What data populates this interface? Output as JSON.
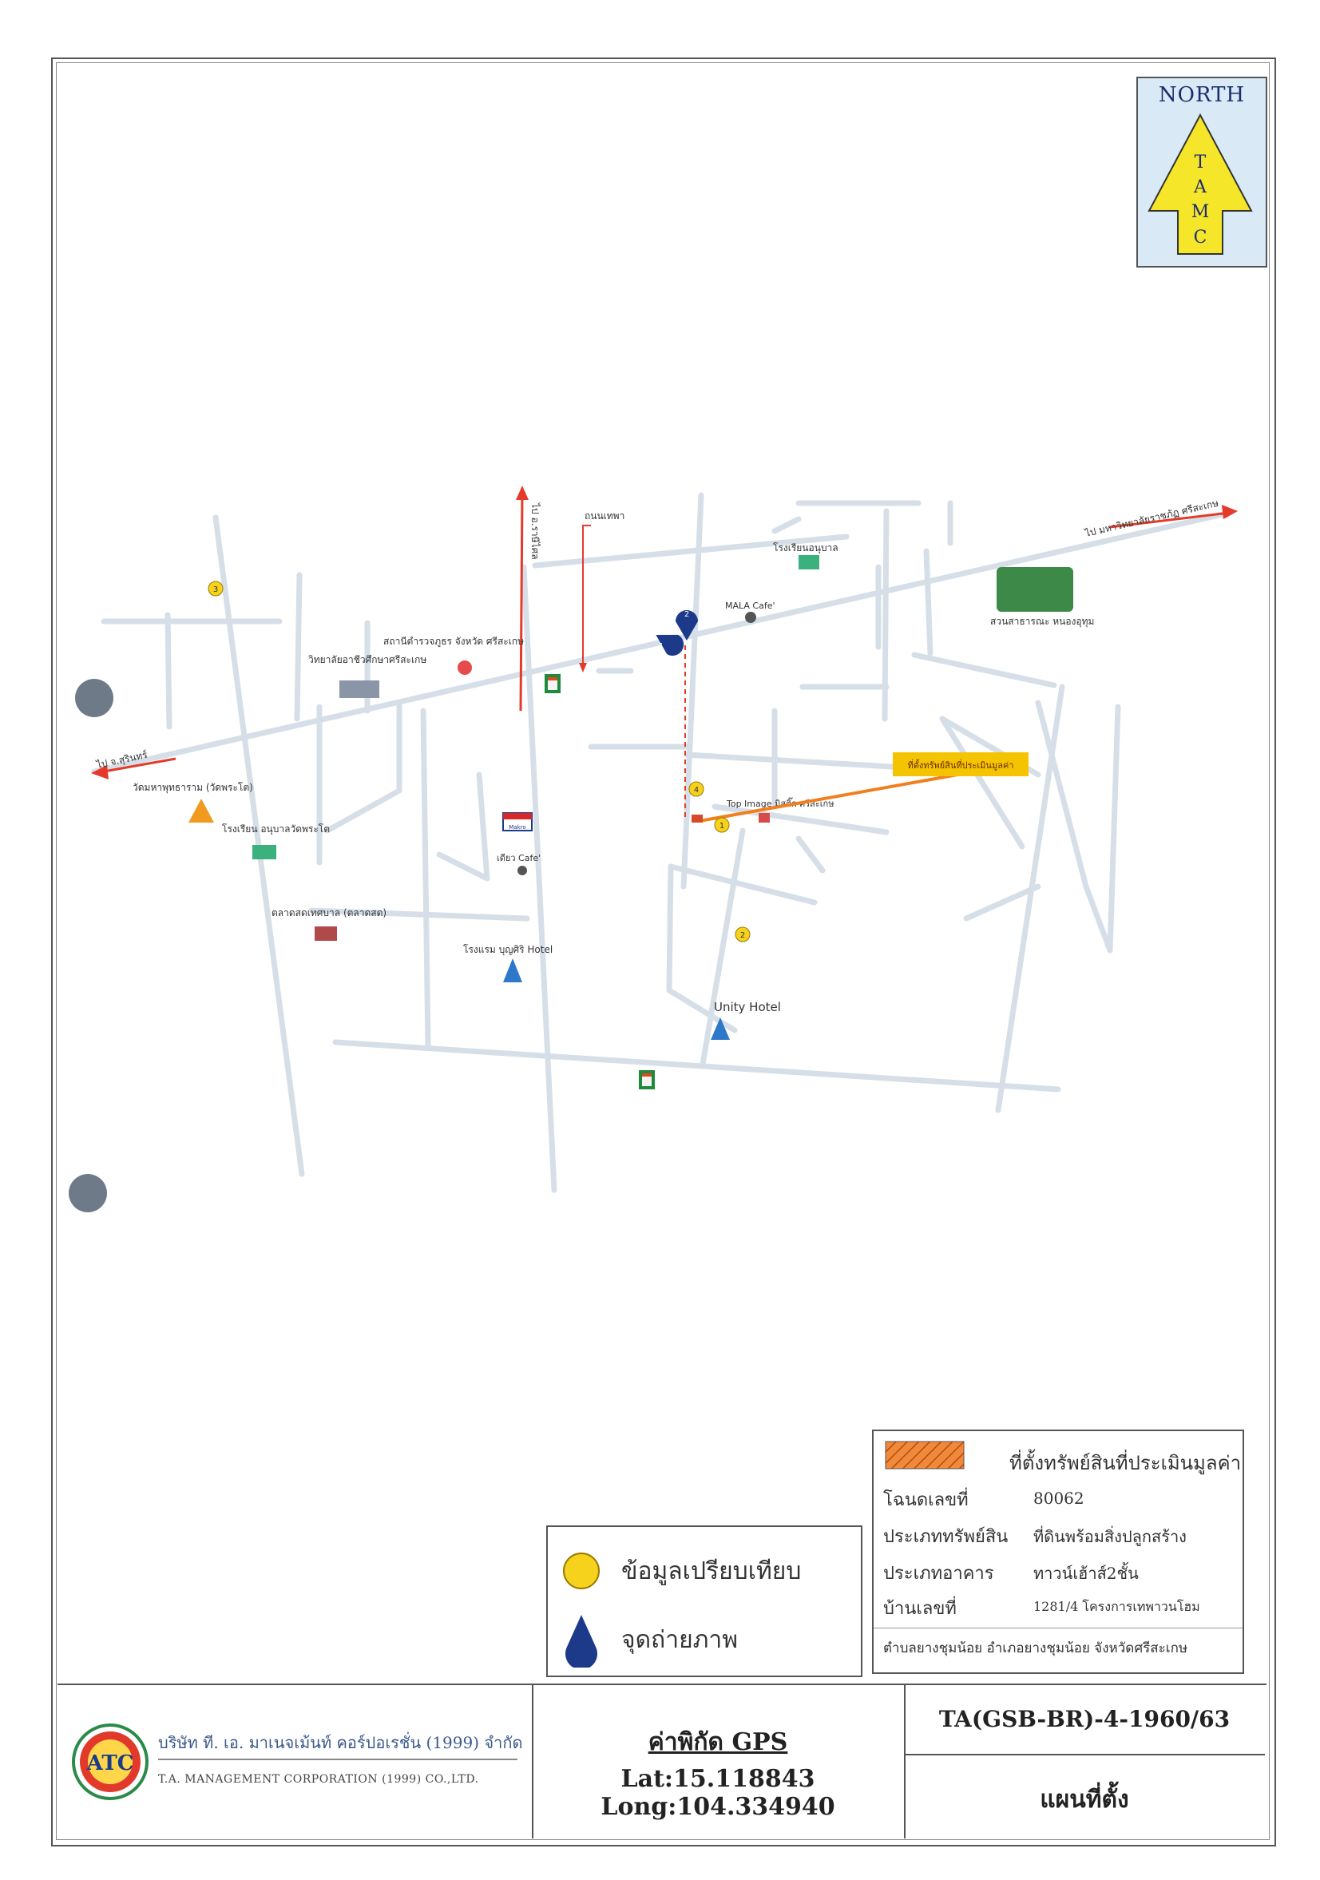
{
  "north_arrow": {
    "label": "NORTH",
    "letters": [
      "T",
      "A",
      "M",
      "C"
    ]
  },
  "map": {
    "road_labels": [
      "ไป มหาวิทยาลัยราชภัฏ ศรีสะเกษ",
      "ไป จ.สุรินทร์",
      "ไป อ.ราษีไศล",
      "ถนนเทพา"
    ],
    "places": [
      "โรงเรียนอนุบาล",
      "MALA Cafe'",
      "สวนสาธารณะ หนองอุทุม",
      "สถานีตำรวจภูธร จังหวัด ศรีสะเกษ",
      "วิทยาลัยอาชีวศึกษาศรีสะเกษ",
      "วัดมหาพุทธาราม (วัดพระโต)",
      "โรงเรียน อนุบาลวัดพระโต",
      "ตลาดสดเทศบาล (ตลาดสด)",
      "โรงแรม บุญศิริ Hotel",
      "Unity Hotel",
      "Top Image มิสติ๊ก ศรีสะเกษ",
      "เดียว Cafe'",
      "Makro"
    ],
    "property_marker": "ที่ตั้งทรัพย์สินที่ประเมินมูลค่า",
    "comparables": [
      "1",
      "2",
      "3",
      "4"
    ],
    "photo_points": [
      "1",
      "2"
    ]
  },
  "legend_symbols": {
    "comparable": "ข้อมูลเปรียบเทียบ",
    "photo": "จุดถ่ายภาพ"
  },
  "legend_property": {
    "title": "ที่ตั้งทรัพย์สินที่ประเมินมูลค่า",
    "rows": [
      {
        "label": "โฉนดเลขที่",
        "value": "80062"
      },
      {
        "label": "ประเภททรัพย์สิน",
        "value": "ที่ดินพร้อมสิ่งปลูกสร้าง"
      },
      {
        "label": "ประเภทอาคาร",
        "value": "ทาวน์เฮ้าส์2ชั้น"
      },
      {
        "label": "บ้านเลขที่",
        "value": "1281/4 โครงการเทพาวนโฮม"
      }
    ],
    "address": "ตำบลยางชุมน้อย อำเภอยางชุมน้อย จังหวัดศรีสะเกษ"
  },
  "footer": {
    "company_th": "บริษัท ที. เอ. มาเนจเม้นท์ คอร์ปอเรชั่น (1999) จำกัด",
    "company_en": "T.A. MANAGEMENT CORPORATION (1999) CO.,LTD.",
    "gps_title": "ค่าพิกัด GPS",
    "gps_coords": "Lat:15.118843 Long:104.334940",
    "doc_code": "TA(GSB-BR)-4-1960/63",
    "sheet_title": "แผนที่ตั้ง"
  },
  "colors": {
    "road": "#d6dfe8",
    "comparable": "#f6d21c",
    "photo": "#1d3a8a",
    "marker": "#f5c400",
    "route": "#e53a2a",
    "frame": "#555555"
  }
}
